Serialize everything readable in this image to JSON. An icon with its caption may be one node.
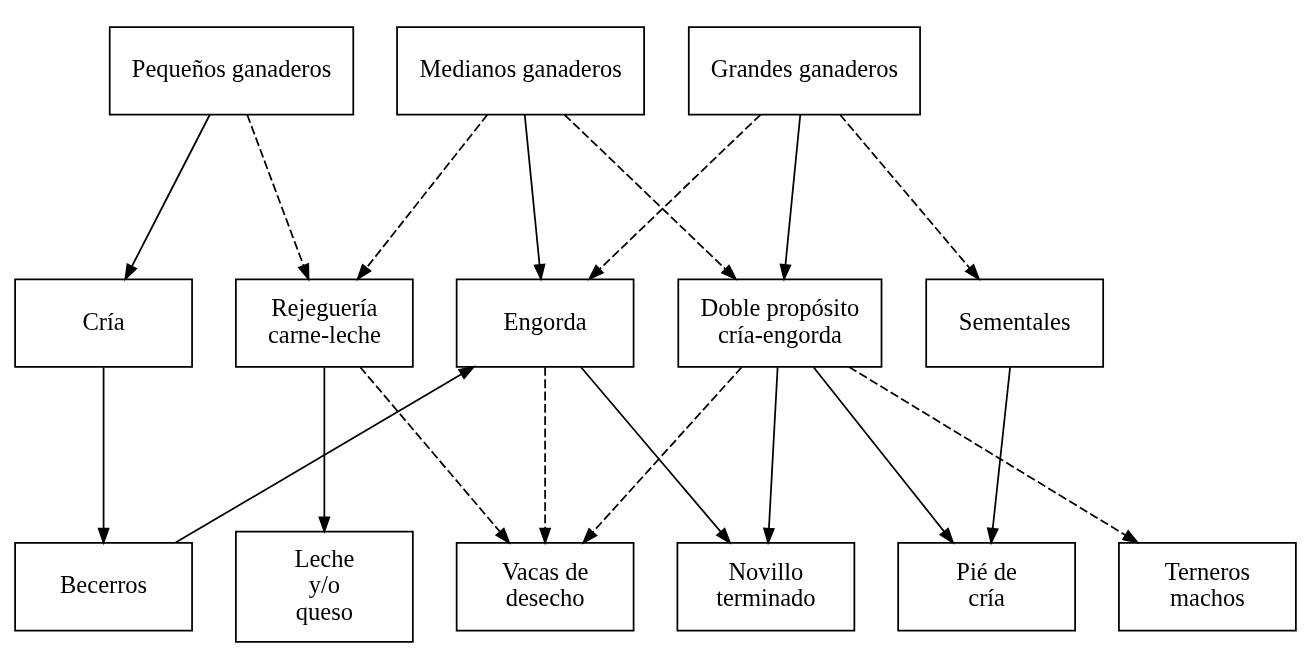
{
  "diagram": {
    "nodes": [
      {
        "text": [
          "Pequeños ganaderos"
        ]
      },
      {
        "text": [
          "Medianos ganaderos"
        ]
      },
      {
        "text": [
          "Grandes ganaderos"
        ]
      },
      {
        "text": [
          "Cría"
        ]
      },
      {
        "text": [
          "Rejeguería carne-leche"
        ]
      },
      {
        "text": [
          "Engorda"
        ]
      },
      {
        "text": [
          "Doble propósito cría-engorda"
        ]
      },
      {
        "text": [
          "Sementales"
        ]
      },
      {
        "text": [
          "Becerros"
        ]
      },
      {
        "text": [
          "Leche y/o queso"
        ]
      },
      {
        "text": [
          "Vacas de desecho"
        ]
      },
      {
        "text": [
          "Novillo terminado"
        ]
      },
      {
        "text": [
          "Pié de cría"
        ]
      },
      {
        "text": [
          "Terneros machos"
        ]
      }
    ],
    "edges": [
      {
        "from": 0,
        "to": 3,
        "arrow": "to"
      },
      {
        "from": 0,
        "to": 4,
        "arrow": "to",
        "style": "dashed"
      },
      {
        "from": 1,
        "to": 4,
        "arrow": "to",
        "style": "dashed"
      },
      {
        "from": 1,
        "to": 5,
        "arrow": "to"
      },
      {
        "from": 1,
        "to": 6,
        "arrow": "to",
        "style": "dashed"
      },
      {
        "from": 2,
        "to": 5,
        "arrow": "to",
        "style": "dashed"
      },
      {
        "from": 2,
        "to": 6,
        "arrow": "to"
      },
      {
        "from": 2,
        "to": 7,
        "arrow": "to",
        "style": "dashed"
      },
      {
        "from": 3,
        "to": 8,
        "arrow": "to"
      },
      {
        "from": 8,
        "to": 5,
        "arrow": "to"
      },
      {
        "from": 4,
        "to": 9,
        "arrow": "to"
      },
      {
        "from": 4,
        "to": 10,
        "arrow": "to",
        "style": "dashed"
      },
      {
        "from": 5,
        "to": 10,
        "arrow": "to",
        "style": "dashed"
      },
      {
        "from": 5,
        "to": 11,
        "arrow": "to"
      },
      {
        "from": 6,
        "to": 10,
        "arrow": "to",
        "style": "dashed"
      },
      {
        "from": 6,
        "to": 11,
        "arrow": "to"
      },
      {
        "from": 6,
        "to": 12,
        "arrow": "to"
      },
      {
        "from": 6,
        "to": 13,
        "arrow": "to",
        "style": "dashed"
      },
      {
        "from": 7,
        "to": 12,
        "arrow": "to"
      }
    ]
  }
}
